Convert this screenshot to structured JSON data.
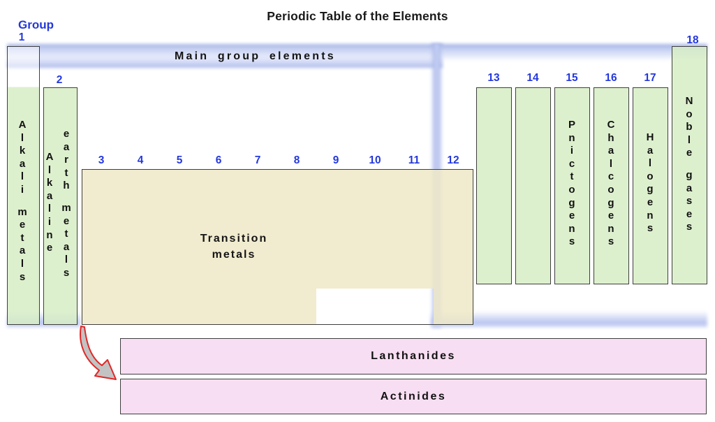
{
  "title": "Periodic Table of the Elements",
  "band": {
    "label": "Main group elements"
  },
  "group_header": {
    "word": "Group",
    "col1_number": "1"
  },
  "group_numbers": {
    "g2": "2",
    "transition": [
      "3",
      "4",
      "5",
      "6",
      "7",
      "8",
      "9",
      "10",
      "11",
      "12"
    ],
    "right": [
      "13",
      "14",
      "15",
      "16",
      "17"
    ],
    "g18": "18"
  },
  "regions": {
    "alkali_metals": {
      "label": "Alkali metals"
    },
    "alkaline_earth": {
      "line1": "Alkaline",
      "line2": "earth metals"
    },
    "transition_metals": {
      "line1": "Transition",
      "line2": "metals"
    },
    "pnictogens": {
      "label": "Pnictogens"
    },
    "chalcogens": {
      "label": "Chalcogens"
    },
    "halogens": {
      "label": "Halogens"
    },
    "noble_gases": {
      "label": "Noble gases"
    },
    "lanthanides": {
      "label": "Lanthanides"
    },
    "actinides": {
      "label": "Actinides"
    }
  },
  "colors": {
    "band_blue": "#b9c4ee",
    "green": "#dff0d1",
    "tan": "#f1edd4",
    "pink": "#f8def2",
    "label_blue": "#2438dc",
    "border": "#3e3e3e",
    "arrow_fill": "#c3c3c3",
    "arrow_stroke": "#e02828"
  }
}
